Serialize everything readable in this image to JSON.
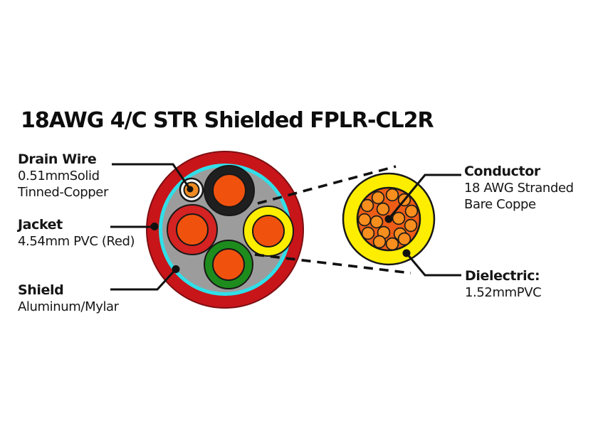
{
  "title": "18AWG 4/C STR Shielded FPLR-CL2R",
  "labels": {
    "drain_wire": {
      "heading": "Drain Wire",
      "line1": "0.51mmSolid",
      "line2": "Tinned-Copper"
    },
    "jacket": {
      "heading": "Jacket",
      "line1": "4.54mm PVC (Red)"
    },
    "shield": {
      "heading": "Shield",
      "line1": "Aluminum/Mylar"
    },
    "conductor": {
      "heading": "Conductor",
      "line1": "18 AWG Stranded",
      "line2": "Bare Coppe"
    },
    "dielectric": {
      "heading": "Dielectric:",
      "line1": "1.52mmPVC"
    }
  },
  "colors": {
    "jacket_red": "#c8151a",
    "shield_cyan": "#30dfe8",
    "filler_gray": "#9c9c9c",
    "conductor_orange": "#f0520e",
    "insulation_black": "#1f1f1f",
    "insulation_red": "#d42322",
    "insulation_yellow": "#fdee00",
    "insulation_green": "#1d8c1d",
    "drain_orange": "#ee8a22",
    "strand_orange": "#f78e1e",
    "zoom_conductor_orange": "#ee5d16",
    "line_black": "#111111"
  }
}
